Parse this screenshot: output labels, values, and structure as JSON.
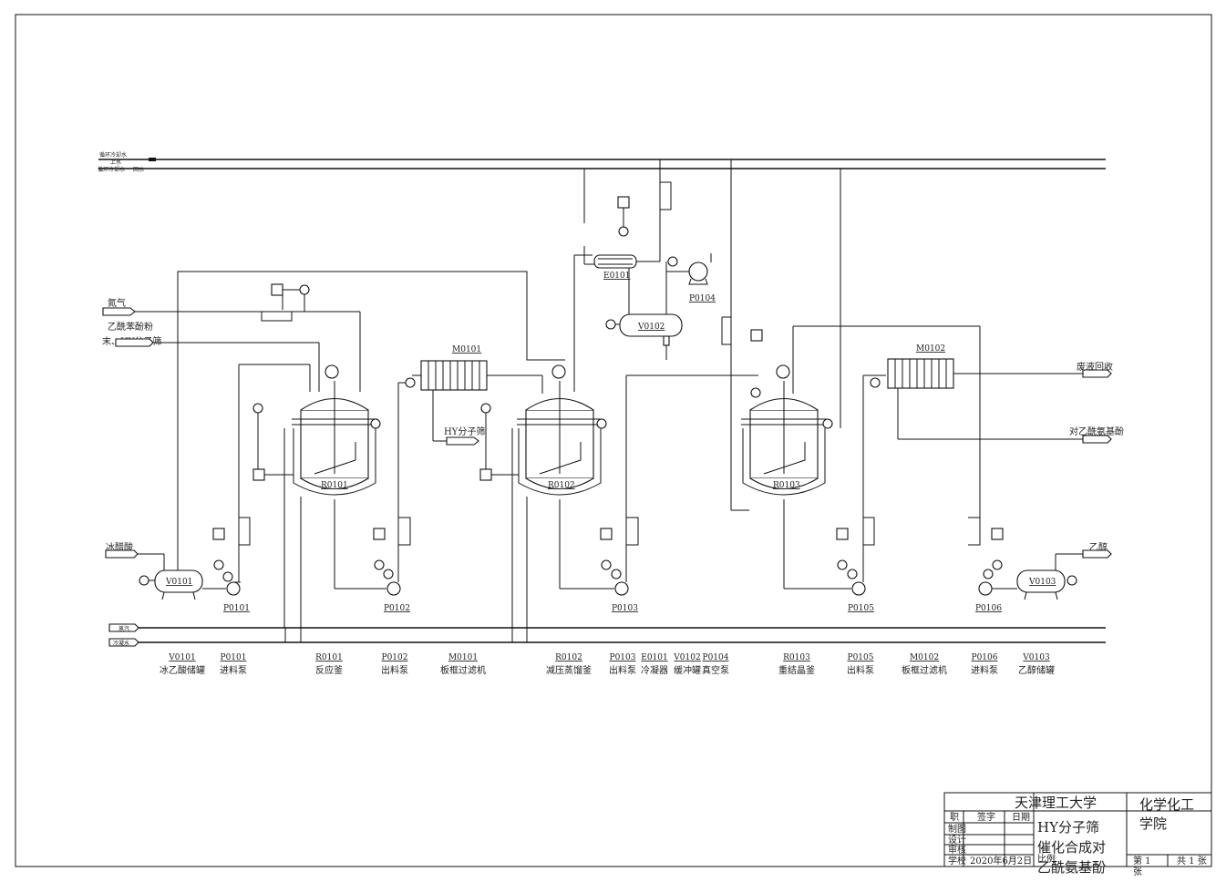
{
  "streams": {
    "cooling_water_supply": "循环冷却水",
    "cooling_water_supply_sub": "上水",
    "cooling_water_return": "循环冷却水",
    "cooling_water_return_sub": "回水",
    "nitrogen": "氮气",
    "feed_line1": "乙酰苯酚粉",
    "feed_line2": "末、HY分子筛",
    "acetic_acid": "冰醋酸",
    "ethanol": "乙醇",
    "hy_sieve": "HY分子筛",
    "waste": "废液回收",
    "product": "对乙酰氨基酚",
    "steam": "蒸汽",
    "condensate": "冷凝水"
  },
  "tags": {
    "V0101": "V0101",
    "P0101": "P0101",
    "R0101": "R0101",
    "P0102": "P0102",
    "M0101": "M0101",
    "R0102": "R0102",
    "P0103": "P0103",
    "E0101": "E0101",
    "V0102": "V0102",
    "P0104": "P0104",
    "R0103": "R0103",
    "P0105": "P0105",
    "M0102": "M0102",
    "P0106": "P0106",
    "V0103": "V0103"
  },
  "legend": [
    {
      "tag": "V0101",
      "name": "冰乙酸储罐"
    },
    {
      "tag": "P0101",
      "name": "进料泵"
    },
    {
      "tag": "R0101",
      "name": "反应釜"
    },
    {
      "tag": "P0102",
      "name": "出料泵"
    },
    {
      "tag": "M0101",
      "name": "板框过滤机"
    },
    {
      "tag": "R0102",
      "name": "减压蒸馏釜"
    },
    {
      "tag": "P0103",
      "name": "出料泵"
    },
    {
      "tag": "E0101",
      "name": "冷凝器"
    },
    {
      "tag": "V0102",
      "name": "缓冲罐"
    },
    {
      "tag": "P0104",
      "name": "真空泵"
    },
    {
      "tag": "R0103",
      "name": "重结晶釜"
    },
    {
      "tag": "P0105",
      "name": "出料泵"
    },
    {
      "tag": "M0102",
      "name": "板框过滤机"
    },
    {
      "tag": "P0106",
      "name": "进料泵"
    },
    {
      "tag": "V0103",
      "name": "乙醇储罐"
    }
  ],
  "title_block": {
    "university": "天津理工大学",
    "school_line1": "化学化工",
    "school_line2": "学院",
    "drawing_title_1": "HY分子筛",
    "drawing_title_2": "催化合成对",
    "drawing_title_3": "乙酰氨基酚",
    "col_position": "职",
    "col_signature": "签字",
    "col_date": "日期",
    "row_1": "制图",
    "row_2": "设计",
    "row_3": "审核",
    "row_4": "学校",
    "date": "2020年6月2日",
    "scale": "比例",
    "sheet": "第 1",
    "total": "共 1 张",
    "unit": "张"
  }
}
